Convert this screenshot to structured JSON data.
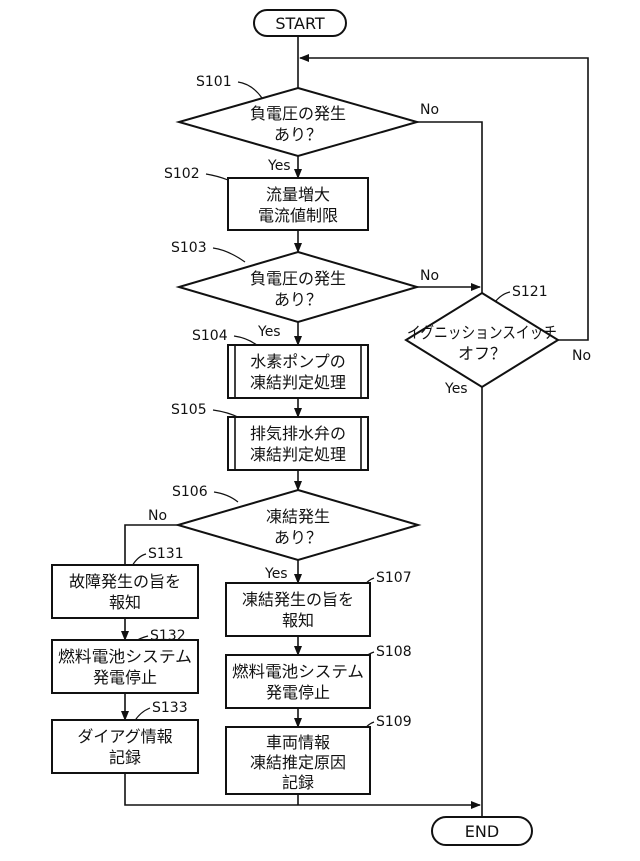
{
  "terminals": {
    "start": "START",
    "end": "END"
  },
  "steps": {
    "s101": "S101",
    "s102": "S102",
    "s103": "S103",
    "s104": "S104",
    "s105": "S105",
    "s106": "S106",
    "s107": "S107",
    "s108": "S108",
    "s109": "S109",
    "s121": "S121",
    "s131": "S131",
    "s132": "S132",
    "s133": "S133"
  },
  "decisions": {
    "s101": [
      "負電圧の発生",
      "あり？"
    ],
    "s103": [
      "負電圧の発生",
      "あり？"
    ],
    "s106": [
      "凍結発生",
      "あり？"
    ],
    "s121": [
      "イグニッションスイッチ",
      "オフ？"
    ]
  },
  "processes": {
    "s102": [
      "流量増大",
      "電流値制限"
    ],
    "s104": [
      "水素ポンプの",
      "凍結判定処理"
    ],
    "s105": [
      "排気排水弁の",
      "凍結判定処理"
    ],
    "s107": [
      "凍結発生の旨を",
      "報知"
    ],
    "s108": [
      "燃料電池システム",
      "発電停止"
    ],
    "s109": [
      "車両情報",
      "凍結推定原因",
      "記録"
    ],
    "s131": [
      "故障発生の旨を",
      "報知"
    ],
    "s132": [
      "燃料電池システム",
      "発電停止"
    ],
    "s133": [
      "ダイアグ情報",
      "記録"
    ]
  },
  "branches": {
    "yes": "Yes",
    "no": "No"
  }
}
